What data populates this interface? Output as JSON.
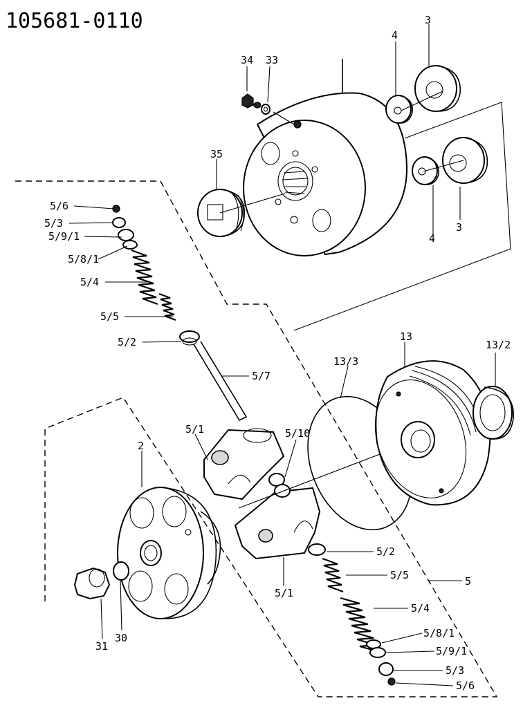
{
  "part_number": "105681-0110",
  "callouts": {
    "c34": "34",
    "c33": "33",
    "c4_top": "4",
    "c3_top": "3",
    "c35": "35",
    "c4_mid": "4",
    "c3_mid": "3",
    "l_5_6": "5/6",
    "l_5_3": "5/3",
    "l_5_9_1": "5/9/1",
    "l_5_8_1": "5/8/1",
    "l_5_4": "5/4",
    "l_5_5": "5/5",
    "l_5_2": "5/2",
    "l_5_7": "5/7",
    "c13": "13",
    "c13_3": "13/3",
    "c13_2": "13/2",
    "c2": "2",
    "l_5_1_top": "5/1",
    "l_5_10": "5/10",
    "r_5_2": "5/2",
    "r_5_5": "5/5",
    "c5": "5",
    "l_5_1_bot": "5/1",
    "r_5_4": "5/4",
    "r_5_8_1": "5/8/1",
    "r_5_9_1": "5/9/1",
    "r_5_3": "5/3",
    "r_5_6": "5/6",
    "c31": "31",
    "c30": "30"
  }
}
